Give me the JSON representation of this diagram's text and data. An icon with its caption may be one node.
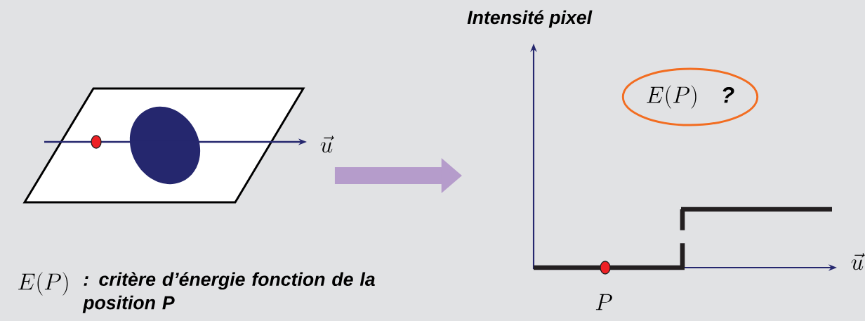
{
  "diagram": {
    "nodes": [
      {
        "text": [],
        "shape": "picture",
        "beside": [
          "\\vec{u}"
        ]
      },
      {
        "text": [
          "Intensité pixel"
        ]
      },
      {
        "text": [
          "E(P)",
          "?"
        ],
        "in": 1
      }
    ],
    "edges": [
      {
        "from": 0,
        "to": 1,
        "arrow": "to",
        "color": "#b59ccb"
      }
    ],
    "labels": [
      "\\vec{u}",
      "P",
      "E(P)",
      ": critère d’énergie fonction de la position P"
    ]
  }
}
